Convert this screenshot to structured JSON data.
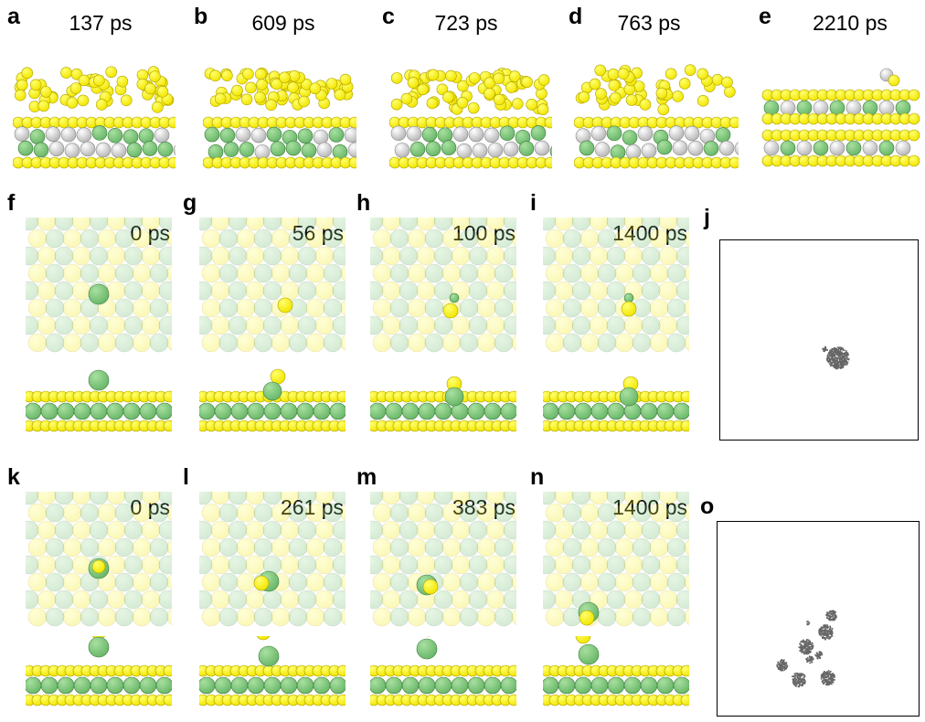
{
  "figure": {
    "row1": [
      {
        "label": "a",
        "time": "137 ps"
      },
      {
        "label": "b",
        "time": "609 ps"
      },
      {
        "label": "c",
        "time": "723 ps"
      },
      {
        "label": "d",
        "time": "763 ps"
      },
      {
        "label": "e",
        "time": "2210 ps"
      }
    ],
    "row2": [
      {
        "label": "f",
        "time": "0 ps"
      },
      {
        "label": "g",
        "time": "56 ps"
      },
      {
        "label": "h",
        "time": "100 ps"
      },
      {
        "label": "i",
        "time": "1400 ps"
      },
      {
        "label": "j"
      }
    ],
    "row3": [
      {
        "label": "k",
        "time": "0 ps"
      },
      {
        "label": "l",
        "time": "261 ps"
      },
      {
        "label": "m",
        "time": "383 ps"
      },
      {
        "label": "n",
        "time": "1400 ps"
      },
      {
        "label": "o"
      }
    ]
  },
  "colors": {
    "sulfur": "#f2e600",
    "metal_green": "#6ab86a",
    "metal_white": "#e8e8e8",
    "trajectory": "#666666"
  }
}
